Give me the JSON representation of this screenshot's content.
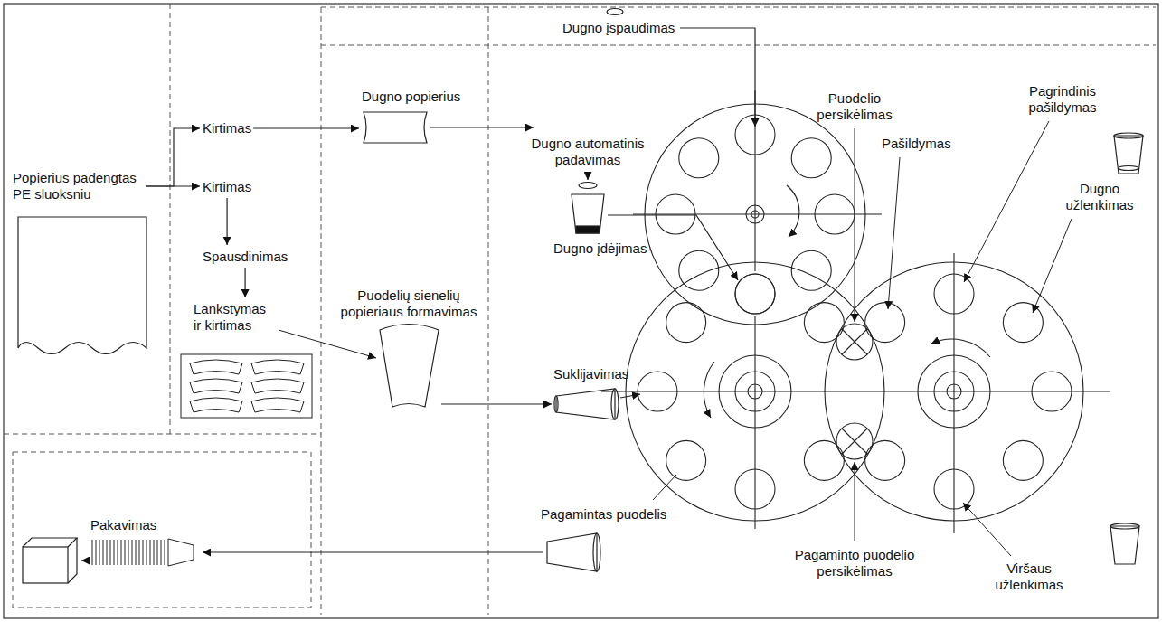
{
  "diagram": {
    "nodes": [
      {
        "text": [
          "Popierius padengtas PE sluoksniu"
        ]
      },
      {
        "text": [
          "Kirtimas"
        ]
      },
      {
        "text": [
          "Kirtimas"
        ]
      },
      {
        "text": [
          "Spausdinimas"
        ]
      },
      {
        "text": [
          "Lankstymas ir kirtimas"
        ]
      },
      {
        "text": [
          "Dugno popierius"
        ]
      }
    ],
    "edges": [
      {
        "from": 0,
        "to": 1,
        "arrow": "to"
      },
      {
        "from": 0,
        "to": 2,
        "arrow": "to"
      },
      {
        "from": 2,
        "to": 3,
        "arrow": "to"
      },
      {
        "from": 3,
        "to": 4,
        "arrow": "to"
      },
      {
        "from": 1,
        "to": 5,
        "arrow": "to"
      }
    ],
    "labels": [
      "Dugno įspaudimas",
      "Dugno automatinis padavimas",
      "Dugno įdėjimas",
      "Puodelių sienelių popieriaus formavimas",
      "Suklijavimas",
      "Puodelio persikėlimas",
      "Pašildymas",
      "Pagrindinis pašildymas",
      "Dugno užlenkimas",
      "Pagamintas puodelis",
      "Pagaminto puodelio persikėlimas",
      "Viršaus užlenkimas",
      "Pakavimas"
    ]
  }
}
